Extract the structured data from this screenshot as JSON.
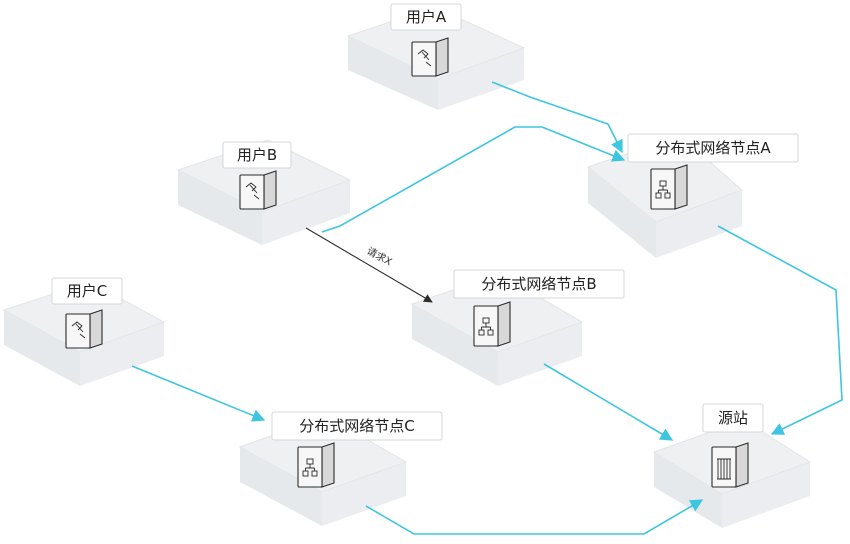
{
  "nodes": {
    "user_a": {
      "label": "用户A"
    },
    "user_b": {
      "label": "用户B"
    },
    "user_c": {
      "label": "用户C"
    },
    "node_a": {
      "label": "分布式网络节点A"
    },
    "node_b": {
      "label": "分布式网络节点B"
    },
    "node_c": {
      "label": "分布式网络节点C"
    },
    "origin": {
      "label": "源站"
    }
  },
  "edges": {
    "user_b_request": {
      "label": "请求X"
    }
  },
  "colors": {
    "link": "#3ec5e0",
    "request_link": "#2d2d2d",
    "tile": "#eef0f2"
  }
}
